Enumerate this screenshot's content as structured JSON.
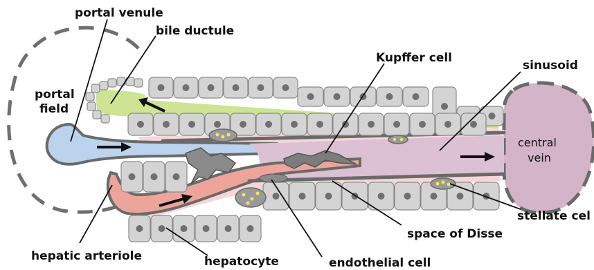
{
  "colors": {
    "bile": "#cfe395",
    "portal_blood": "#bcd3ee",
    "arterial_blood": "#eda59b",
    "sinusoid_mixed": "#dcc0d4",
    "central_vein": "#d4b4c8",
    "hepatocyte": "#d4d4d4",
    "nucleus": "#707070",
    "wall": "#6a6a6a",
    "space_of_disse": "#f6d6d8",
    "stellate_lipid": "#f2e65a"
  },
  "labels": {
    "portal_venule": "portal venule",
    "bile_ductule": "bile ductule",
    "portal_field_line1": "portal",
    "portal_field_line2": "field",
    "kupffer_cell": "Kupffer cell",
    "sinusoid": "sinusoid",
    "central_vein_line1": "central",
    "central_vein_line2": "vein",
    "stellate_cell": "stellate cel",
    "space_of_disse": "space of Disse",
    "hepatic_arteriole": "hepatic arteriole",
    "hepatocyte": "hepatocyte",
    "endothelial_cell": "endothelial cell"
  }
}
